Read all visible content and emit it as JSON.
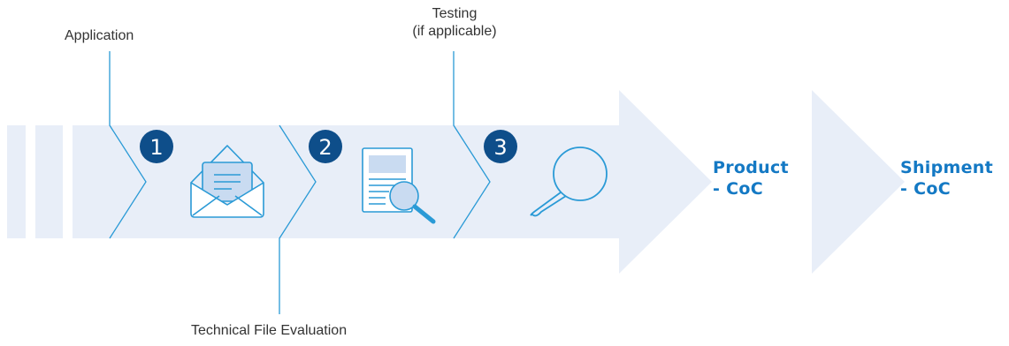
{
  "colors": {
    "band": "#e8eef8",
    "line": "#2a9ad6",
    "badge": "#0e4e8a",
    "accent": "#1479c4",
    "icon_fill": "#c9dbf1",
    "icon_stroke": "#2a9ad6"
  },
  "steps": [
    {
      "number": "1",
      "icon": "envelope-icon",
      "label": "Application"
    },
    {
      "number": "2",
      "icon": "document-magnifier-icon",
      "label": "Technical File Evaluation"
    },
    {
      "number": "3",
      "icon": "magnifier-icon",
      "label": "Testing",
      "sublabel": "(if applicable)"
    }
  ],
  "outcomes": {
    "product": {
      "line1": "Product",
      "line2": "- CoC"
    },
    "shipment": {
      "line1": "Shipment",
      "line2": "- CoC"
    }
  }
}
